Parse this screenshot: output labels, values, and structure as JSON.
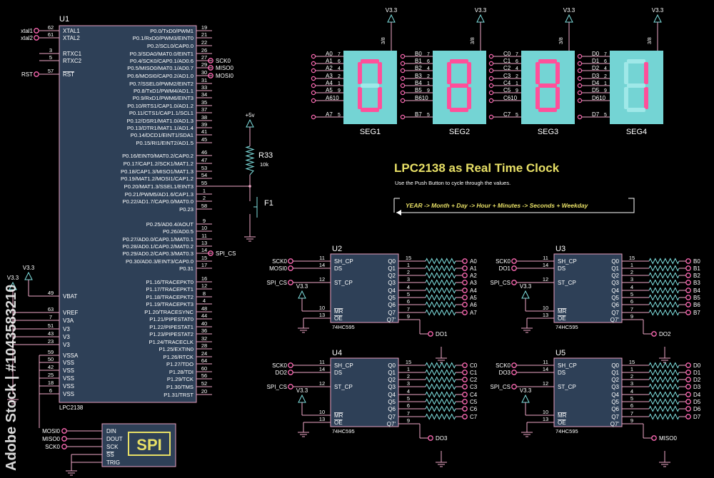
{
  "u1": {
    "ref": "U1",
    "part": "LPC2138",
    "left_pins": [
      {
        "net": "xtal1",
        "num": "62",
        "name": "XTAL1"
      },
      {
        "net": "xtal2",
        "num": "61",
        "name": "XTAL2"
      },
      {
        "net": "",
        "num": "3",
        "name": "RTXC1"
      },
      {
        "net": "",
        "num": "5",
        "name": "RTXC2"
      },
      {
        "net": "RST",
        "num": "57",
        "name": "RST"
      },
      {
        "net": "",
        "num": "49",
        "name": "VBAT"
      },
      {
        "net": "",
        "num": "63",
        "name": "VREF"
      },
      {
        "net": "",
        "num": "7",
        "name": "V3A"
      },
      {
        "net": "",
        "num": "51",
        "name": "V3"
      },
      {
        "net": "",
        "num": "43",
        "name": "V3"
      },
      {
        "net": "",
        "num": "23",
        "name": "V3"
      },
      {
        "net": "",
        "num": "59",
        "name": "VSSA"
      },
      {
        "net": "",
        "num": "50",
        "name": "VSS"
      },
      {
        "net": "",
        "num": "42",
        "name": "VSS"
      },
      {
        "net": "",
        "num": "25",
        "name": "VSS"
      },
      {
        "net": "",
        "num": "18",
        "name": "VSS"
      },
      {
        "net": "",
        "num": "6",
        "name": "VSS"
      }
    ],
    "right_pins": [
      {
        "num": "19",
        "name": "P0.0/TxD0/PWM1"
      },
      {
        "num": "21",
        "name": "P0.1/RxD0/PWM3/EINT0"
      },
      {
        "num": "22",
        "name": "P0.2/SCL0/CAP0.0"
      },
      {
        "num": "26",
        "name": "P0.3/SDA0/MAT0.0/EINT1"
      },
      {
        "num": "27",
        "name": "P0.4/SCK0/CAP0.1/AD0.6"
      },
      {
        "num": "29",
        "name": "P0.5/MISO0/MAT0.1/AD0.7"
      },
      {
        "num": "30",
        "name": "P0.6/MOSI0/CAP0.2/AD1.0"
      },
      {
        "num": "31",
        "name": "P0.7/SSEL0/PWM2/EINT2"
      },
      {
        "num": "33",
        "name": "P0.8/TxD1/PWM4/AD1.1"
      },
      {
        "num": "34",
        "name": "P0.9/RxD1/PWM6/EINT3"
      },
      {
        "num": "35",
        "name": "P0.10/RTS1/CAP1.0/AD1.2"
      },
      {
        "num": "37",
        "name": "P0.11/CTS1/CAP1.1/SCL1"
      },
      {
        "num": "38",
        "name": "P0.12/DSR1/MAT1.0/AD1.3"
      },
      {
        "num": "39",
        "name": "P0.13/DTR1/MAT1.1/AD1.4"
      },
      {
        "num": "41",
        "name": "P0.14/DCD1/EINT1/SDA1"
      },
      {
        "num": "45",
        "name": "P0.15/RI1/EINT2/AD1.5"
      },
      {
        "num": "46",
        "name": "P0.16/EINT0/MAT0.2/CAP0.2"
      },
      {
        "num": "47",
        "name": "P0.17/CAP1.2/SCK1/MAT1.2"
      },
      {
        "num": "53",
        "name": "P0.18/CAP1.3/MISO1/MAT1.3"
      },
      {
        "num": "54",
        "name": "P0.19/MAT1.2/MOSI1/CAP1.2"
      },
      {
        "num": "55",
        "name": "P0.20/MAT1.3/SSEL1/EINT3"
      },
      {
        "num": "1",
        "name": "P0.21/PWM5/AD1.6/CAP1.3"
      },
      {
        "num": "2",
        "name": "P0.22/AD1.7/CAP0.0/MAT0.0"
      },
      {
        "num": "58",
        "name": "P0.23"
      },
      {
        "num": "9",
        "name": "P0.25/AD0.4/AOUT"
      },
      {
        "num": "10",
        "name": "P0.26/AD0.5"
      },
      {
        "num": "11",
        "name": "P0.27/AD0.0/CAP0.1/MAT0.1"
      },
      {
        "num": "13",
        "name": "P0.28/AD0.1/CAP0.2/MAT0.2"
      },
      {
        "num": "14",
        "name": "P0.29/AD0.2/CAP0.3/MAT0.3"
      },
      {
        "num": "15",
        "name": "P0.30/AD0.3/EINT3/CAP0.0"
      },
      {
        "num": "17",
        "name": "P0.31"
      },
      {
        "num": "16",
        "name": "P1.16/TRACEPKT0"
      },
      {
        "num": "12",
        "name": "P1.17/TRACEPKT1"
      },
      {
        "num": "8",
        "name": "P1.18/TRACEPKT2"
      },
      {
        "num": "4",
        "name": "P1.19/TRACEPKT3"
      },
      {
        "num": "48",
        "name": "P1.20/TRACESYNC"
      },
      {
        "num": "44",
        "name": "P1.21/PIPESTAT0"
      },
      {
        "num": "40",
        "name": "P1.22/PIPESTAT1"
      },
      {
        "num": "36",
        "name": "P1.23/PIPESTAT2"
      },
      {
        "num": "32",
        "name": "P1.24/TRACECLK"
      },
      {
        "num": "28",
        "name": "P1.25/EXTIN0"
      },
      {
        "num": "24",
        "name": "P1.26/RTCK"
      },
      {
        "num": "64",
        "name": "P1.27/TDO"
      },
      {
        "num": "60",
        "name": "P1.28/TDI"
      },
      {
        "num": "56",
        "name": "P1.29/TCK"
      },
      {
        "num": "52",
        "name": "P1.30/TMS"
      },
      {
        "num": "20",
        "name": "P1.31/TRST"
      }
    ],
    "spi_nets": [
      "SCK0",
      "MISO0",
      "MOSI0"
    ],
    "spi_cs": "SPI_CS",
    "vbat_supply": "V3.3",
    "vref_supply": "V3.3"
  },
  "pushbutton": {
    "supply": "+5v",
    "resistor": "R33",
    "resistor_value": "10k",
    "fuse": "F1"
  },
  "spi_block": {
    "label": "SPI",
    "nets": [
      "MOSI0",
      "MISO0",
      "SCK0"
    ],
    "pins": [
      "DIN",
      "DOUT",
      "SCK",
      "SS",
      "TRIG"
    ]
  },
  "title": "LPC2138 as Real Time Clock",
  "subtitle": "Use the Push Button to cycle through the values.",
  "cycle_text": "YEAR -> Month + Day -> Hour + Minutes -> Seconds + Weekday",
  "segments": [
    {
      "name": "SEG1",
      "prefix": "A",
      "supply": "V3.3",
      "digit": "0",
      "common": "3/8"
    },
    {
      "name": "SEG2",
      "prefix": "B",
      "supply": "V3.3",
      "digit": "8",
      "common": "3/8"
    },
    {
      "name": "SEG3",
      "prefix": "C",
      "supply": "V3.3",
      "digit": "8",
      "common": "3/8"
    },
    {
      "name": "SEG4",
      "prefix": "D",
      "supply": "V3.3",
      "digit": "1",
      "common": "3/8"
    }
  ],
  "seg_pin_labels": [
    "A0",
    "A1",
    "A2",
    "A3",
    "A4",
    "A5",
    "A610",
    "A7"
  ],
  "seg_pin_nums": [
    "7",
    "6",
    "4",
    "2",
    "1",
    "9",
    "",
    "5"
  ],
  "shift_regs": [
    {
      "ref": "U2",
      "in_data": "MOSI0",
      "out": "DO1",
      "prefix": "A"
    },
    {
      "ref": "U3",
      "in_data": "DO1",
      "out": "DO2",
      "prefix": "B"
    },
    {
      "ref": "U4",
      "in_data": "DO2",
      "out": "DO3",
      "prefix": "C"
    },
    {
      "ref": "U5",
      "in_data": "DO3",
      "out": "MISO0",
      "prefix": "D"
    }
  ],
  "sr_common": {
    "part": "74HC595",
    "clk": "SCK0",
    "cs": "SPI_CS",
    "supply": "V3.3",
    "left_pins": [
      {
        "num": "11",
        "name": "SH_CP"
      },
      {
        "num": "14",
        "name": "DS"
      },
      {
        "num": "12",
        "name": "ST_CP"
      },
      {
        "num": "10",
        "name": "MR"
      },
      {
        "num": "13",
        "name": "OE"
      }
    ],
    "right_pins": [
      {
        "num": "15",
        "name": "Q0"
      },
      {
        "num": "1",
        "name": "Q1"
      },
      {
        "num": "2",
        "name": "Q2"
      },
      {
        "num": "3",
        "name": "Q3"
      },
      {
        "num": "4",
        "name": "Q4"
      },
      {
        "num": "5",
        "name": "Q5"
      },
      {
        "num": "6",
        "name": "Q6"
      },
      {
        "num": "7",
        "name": "Q7"
      },
      {
        "num": "9",
        "name": "Q7'"
      }
    ]
  },
  "watermark": "Adobe Stock | #1043583210",
  "colors": {
    "wire": "#f0a8c8",
    "pin": "#ff69b4",
    "chip": "#2e4057",
    "chip_stroke": "#e8a0c0",
    "cyan": "#7fe0e0",
    "seg": "#ff4f9a",
    "title": "#e8e066",
    "text": "#ffffff"
  }
}
